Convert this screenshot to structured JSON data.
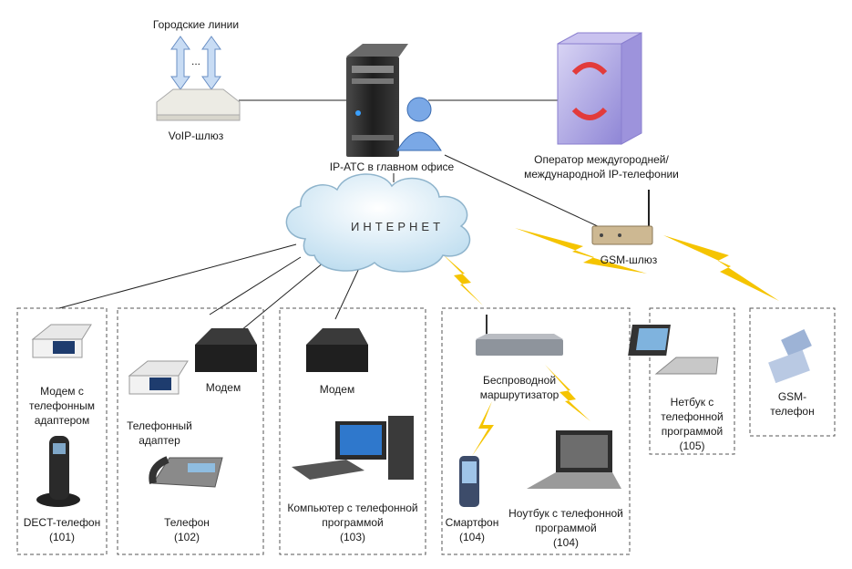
{
  "labels": {
    "city_lines": "Городские линии",
    "dots": "...",
    "voip_gateway": "VoIP-шлюз",
    "ip_pbx": "IP-АТС в главном офисе",
    "operator_1": "Оператор междугородней/",
    "operator_2": "международной IP-телефонии",
    "internet": "ИНТЕРНЕТ",
    "gsm_gateway": "GSM-шлюз"
  },
  "groups": {
    "g1": {
      "modem_1": "Модем с",
      "modem_2": "телефонным",
      "modem_3": "адаптером",
      "phone": "DECT-телефон",
      "num": "(101)"
    },
    "g2": {
      "modem": "Модем",
      "adapter_1": "Телефонный",
      "adapter_2": "адаптер",
      "phone": "Телефон",
      "num": "(102)"
    },
    "g3": {
      "modem": "Модем",
      "pc_1": "Компьютер с телефонной",
      "pc_2": "программой",
      "num": "(103)"
    },
    "g4": {
      "router_1": "Беспроводной",
      "router_2": "маршрутизатор",
      "smart": "Смартфон",
      "smart_num": "(104)",
      "laptop_1": "Ноутбук с телефонной",
      "laptop_2": "программой",
      "laptop_num": "(104)"
    },
    "g5": {
      "net_1": "Нетбук с",
      "net_2": "телефонной",
      "net_3": "программой",
      "num": "(105)"
    },
    "g6": {
      "gsm_1": "GSM-",
      "gsm_2": "телефон"
    }
  },
  "colors": {
    "lightning": "#f5c400",
    "line": "#222222",
    "cloud": "#d9ecf7",
    "cloud_edge": "#8fb4cc"
  }
}
